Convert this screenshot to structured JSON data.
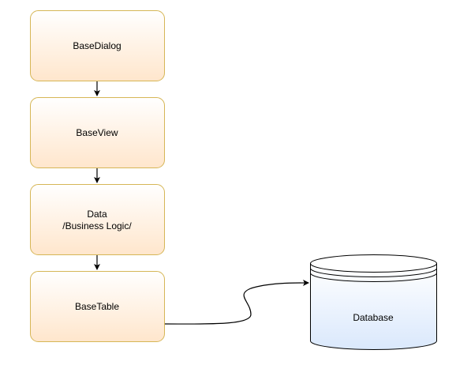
{
  "diagram": {
    "nodes": [
      {
        "id": "base-dialog",
        "lines": [
          "BaseDialog"
        ]
      },
      {
        "id": "base-view",
        "lines": [
          "BaseView"
        ]
      },
      {
        "id": "data",
        "lines": [
          "Data",
          "/Business Logic/"
        ]
      },
      {
        "id": "base-table",
        "lines": [
          "BaseTable"
        ]
      },
      {
        "id": "database",
        "lines": [
          "Database"
        ]
      }
    ],
    "edges": [
      {
        "from": "base-dialog",
        "to": "base-view"
      },
      {
        "from": "base-view",
        "to": "data"
      },
      {
        "from": "data",
        "to": "base-table"
      },
      {
        "from": "base-table",
        "to": "database"
      }
    ],
    "colors": {
      "box_stroke": "#d6b656",
      "box_fill_top": "#ffffff",
      "box_fill_bottom": "#ffe6cc",
      "cylinder_stroke": "#000000",
      "cylinder_fill_top": "#ffffff",
      "cylinder_fill_bottom": "#dae8fc",
      "edge": "#000000"
    }
  }
}
